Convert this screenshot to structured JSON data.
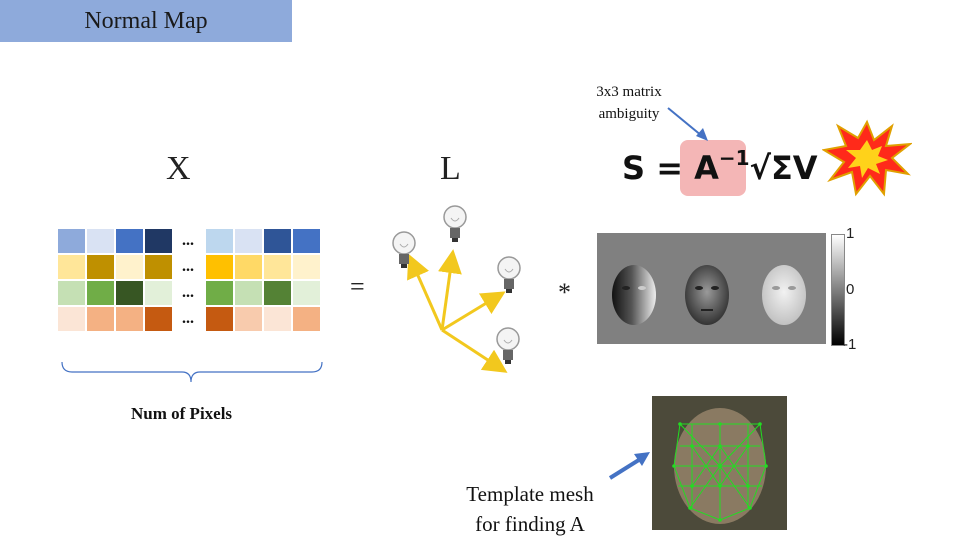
{
  "title": "Normal Map",
  "labels": {
    "x": "X",
    "l": "L",
    "equals": "=",
    "times": "*",
    "ellipsis": "...",
    "num_pixels": "Num of Pixels",
    "matrix_note": "3x3 matrix\nambiguity",
    "mesh_note": "Template mesh\nfor finding A"
  },
  "formula": {
    "lhs": "S",
    "eq": "=",
    "a_inverse": "A",
    "exponent": "−1",
    "rest": "√ΣV"
  },
  "colorbar": {
    "max": "1",
    "mid": "0",
    "min": "-1"
  },
  "matrix_colors": {
    "left": [
      [
        "#8eaadb",
        "#d9e2f3",
        "#4472c4",
        "#203864"
      ],
      [
        "#ffe699",
        "#bf9000",
        "#fff2cc",
        "#bf9000"
      ],
      [
        "#c5e0b4",
        "#70ad47",
        "#375623",
        "#e2f0d9"
      ],
      [
        "#fbe5d6",
        "#f4b183",
        "#f4b183",
        "#c55a11"
      ]
    ],
    "right": [
      [
        "#bdd7ee",
        "#d9e2f3",
        "#2f5597",
        "#4472c4"
      ],
      [
        "#ffc000",
        "#ffd966",
        "#ffe699",
        "#fff2cc"
      ],
      [
        "#70ad47",
        "#c5e0b4",
        "#548235",
        "#e2f0d9"
      ],
      [
        "#c55a11",
        "#f8cbad",
        "#fbe5d6",
        "#f4b183"
      ]
    ]
  },
  "colors": {
    "title_bg": "#8eaadb",
    "highlight": "#f4b6b6",
    "arrow_yellow": "#f2c81e",
    "arrow_blue": "#4472c4",
    "mesh_green": "#22dd22"
  },
  "icons": [
    "light-bulb-icon",
    "explosion-icon",
    "face-mesh-image",
    "albedo-faces-image"
  ]
}
